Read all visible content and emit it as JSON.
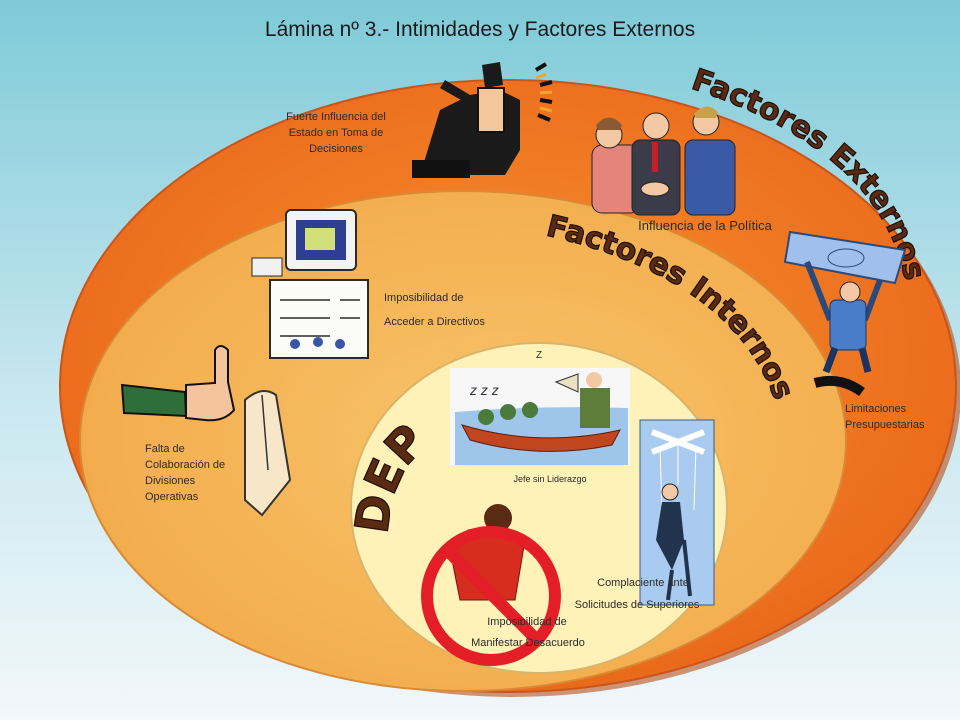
{
  "slide": {
    "title": "Lámina nº 3.- Intimidades y Factores Externos"
  },
  "rings": {
    "outer_label": "Factores Externos",
    "middle_label": "Factores Internos",
    "inner_label": "DEP"
  },
  "external_factors": [
    {
      "label": "Fuerte Influencia del Estado en Toma de Decisiones",
      "icon": "pointing-speaker-icon"
    },
    {
      "label": "Influencia de la Política",
      "icon": "handshake-politicians-icon"
    },
    {
      "label": "Limitaciones Presupuestarias",
      "icon": "lifting-money-icon"
    }
  ],
  "internal_factors": [
    {
      "label_line1": "Imposibilidad de",
      "label_line2": "Acceder a Directivos",
      "icon": "office-building-icon"
    },
    {
      "label": "Falta de Colaboración de Divisiones Operativas",
      "icon": "stop-hand-icon"
    }
  ],
  "dep_factors": [
    {
      "label": "Jefe sin Liderazgo",
      "icon": "rowing-boat-icon"
    },
    {
      "label_line1": "Complaciente ante",
      "label_line2": "Solicitudes de Superiores",
      "icon": "puppet-icon"
    },
    {
      "label_line1": "Imposibilidad de",
      "label_line2": "Manifestar Desacuerdo",
      "icon": "no-speaking-icon"
    }
  ],
  "colors": {
    "outer_ring": "#f07822",
    "middle_ring": "#f5b455",
    "inner_circle": "#fff2b8",
    "prohibition": "#e41e26"
  }
}
